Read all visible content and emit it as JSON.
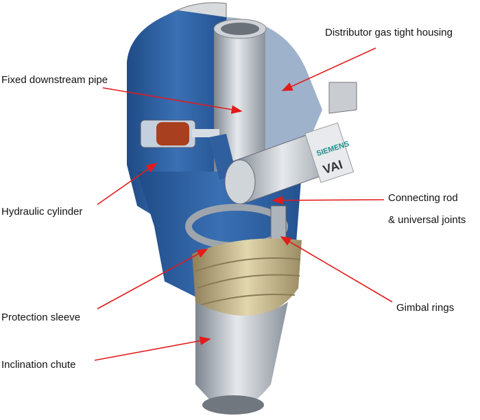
{
  "labels": {
    "distributor_housing": "Distributor gas tight housing",
    "fixed_pipe": "Fixed downstream pipe",
    "connecting_rod_line1": "Connecting rod",
    "connecting_rod_line2": "& universal joints",
    "hydraulic_cylinder": "Hydraulic cylinder",
    "gimbal_rings": "Gimbal rings",
    "protection_sleeve": "Protection sleeve",
    "inclination_chute": "Inclination chute"
  },
  "logo": {
    "line1": "SIEMENS",
    "line2": "VAI"
  },
  "colors": {
    "arrow": "#e21b1b",
    "housing_blue": "#2f5f9e",
    "steel": "#b8bec6",
    "sleeve": "#c9b98a"
  }
}
